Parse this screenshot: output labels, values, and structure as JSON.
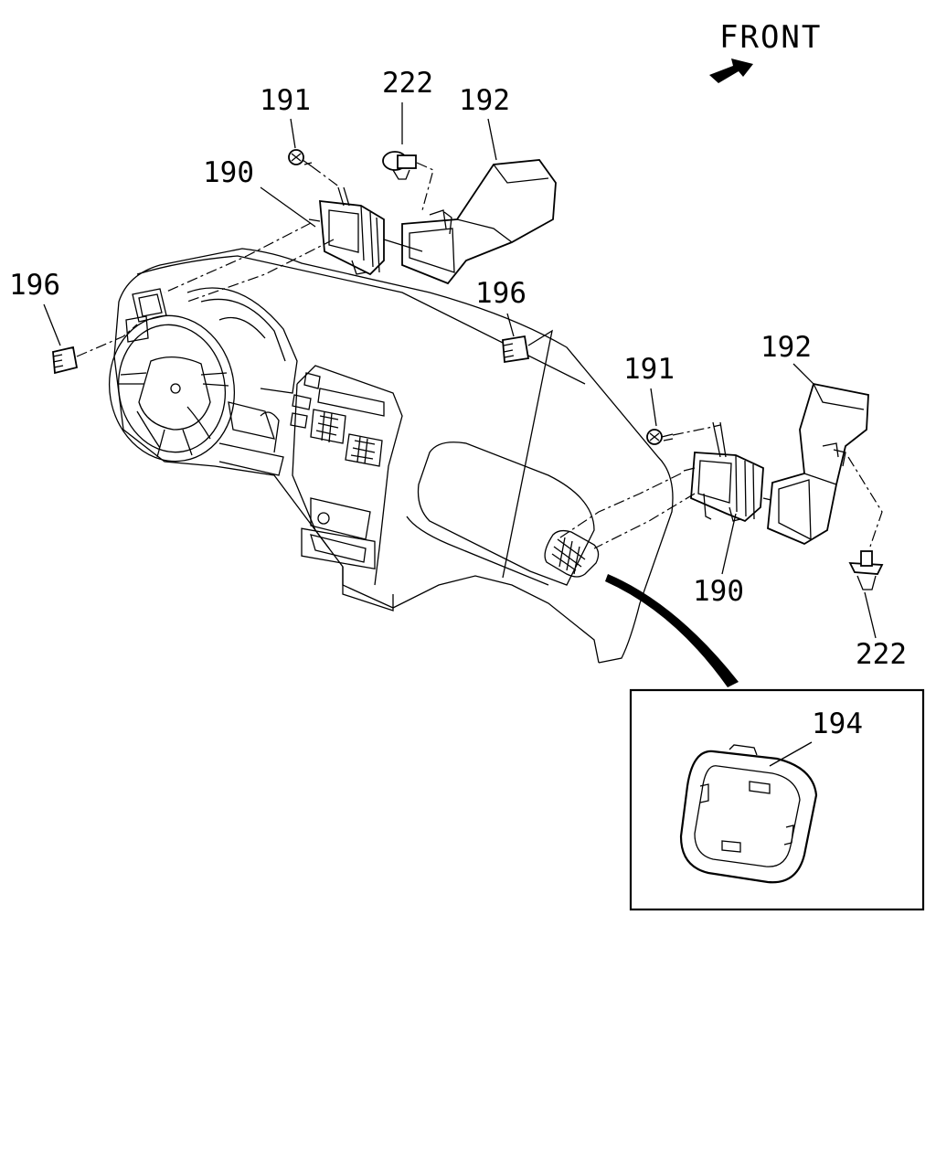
{
  "direction_label": "FRONT",
  "callouts": {
    "c191_left": "191",
    "c222_top": "222",
    "c192_top": "192",
    "c190_left": "190",
    "c196_left": "196",
    "c196_mid": "196",
    "c192_right": "192",
    "c191_right": "191",
    "c190_right": "190",
    "c222_right": "222",
    "c194_detail": "194"
  }
}
